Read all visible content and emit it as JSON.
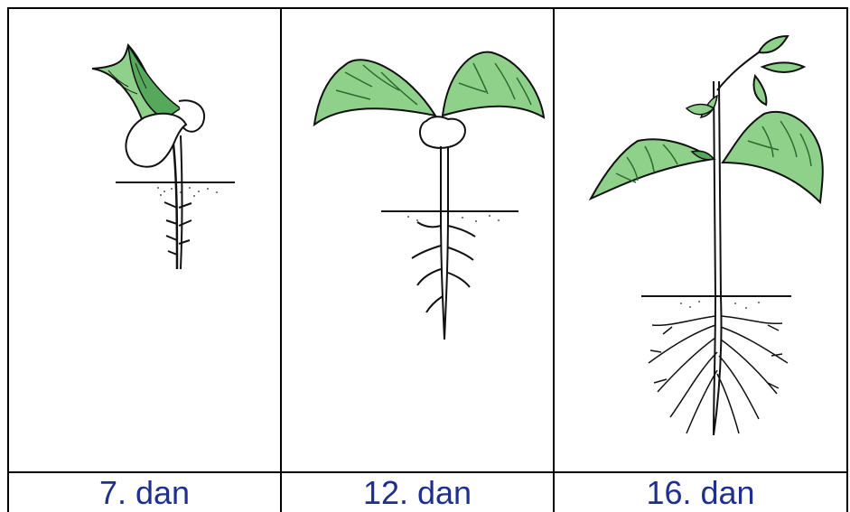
{
  "colors": {
    "leaf": "#8fd18a",
    "leaf_shadow": "#56a85a",
    "line": "#111111",
    "soil": "#555555",
    "label": "#1e2f8e"
  },
  "panels": [
    {
      "label": "7. dan"
    },
    {
      "label": "12. dan"
    },
    {
      "label": "16. dan"
    }
  ]
}
